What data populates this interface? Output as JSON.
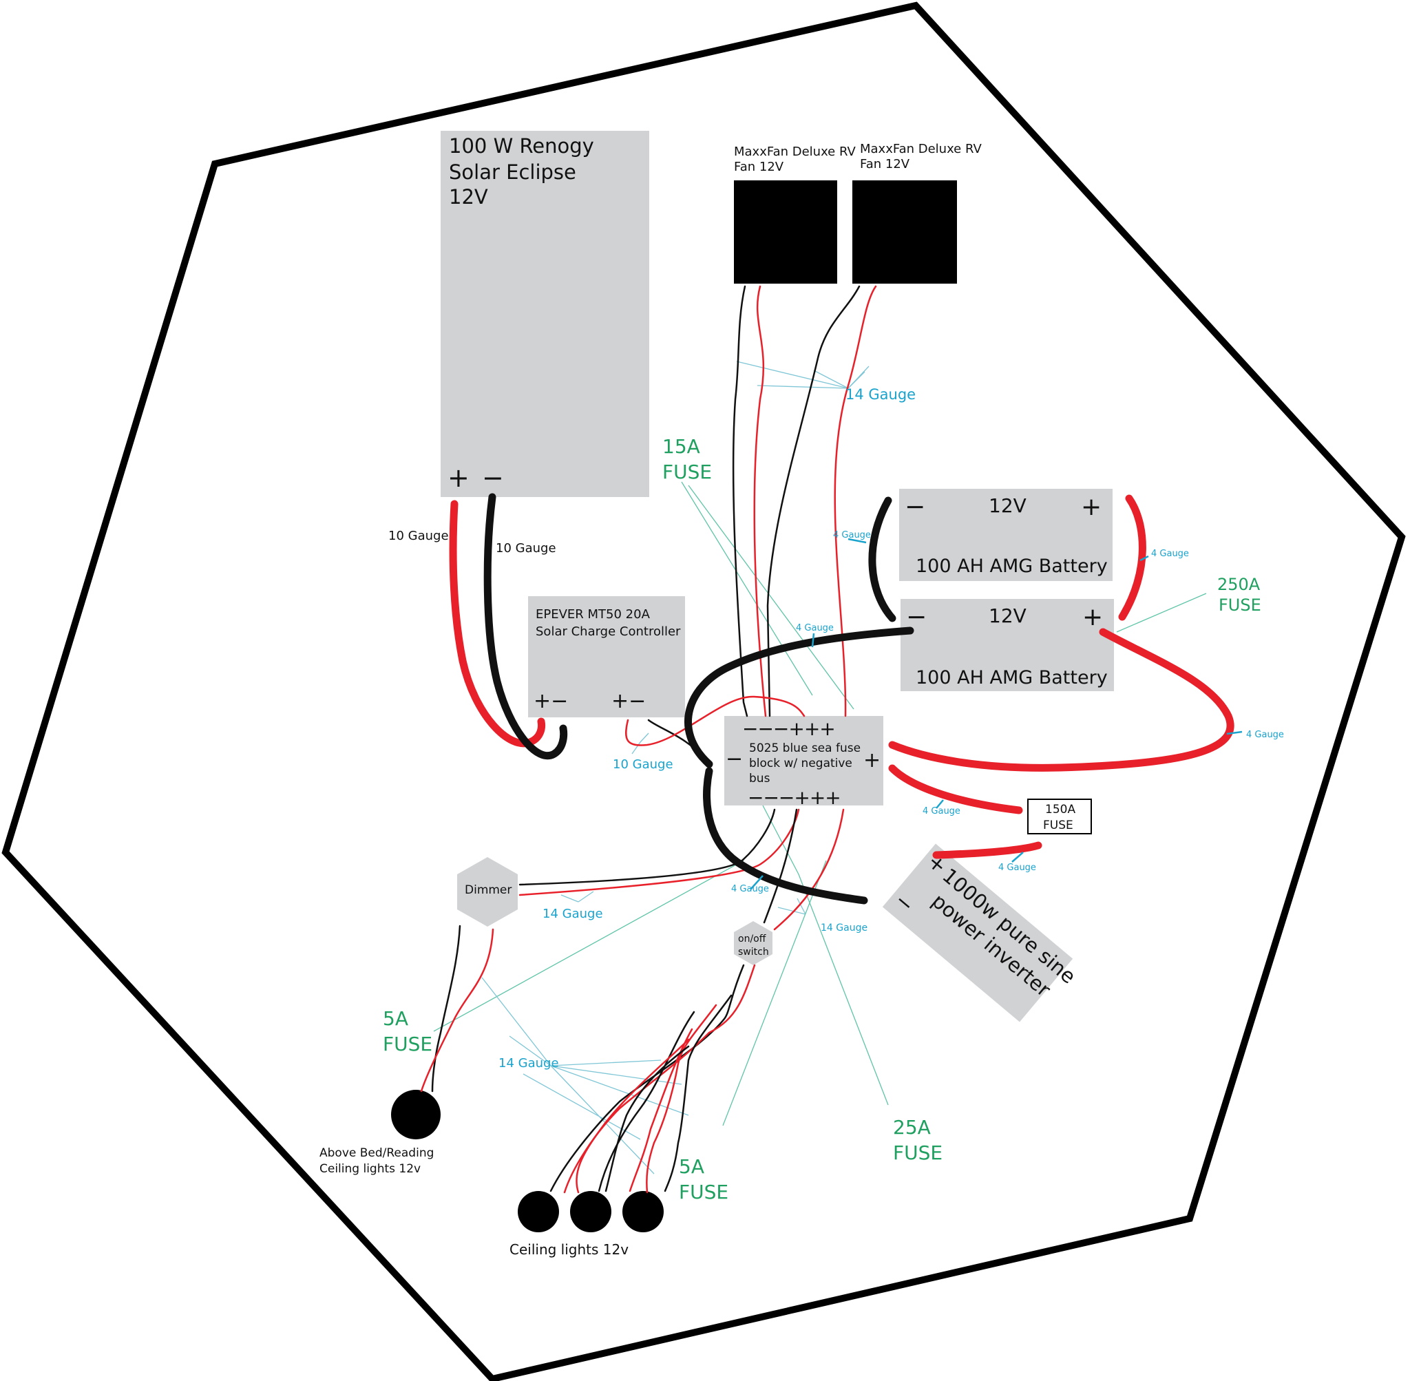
{
  "components": {
    "solar_panel": {
      "line1": "100 W Renogy",
      "line2": "Solar Eclipse",
      "line3": "12V",
      "plus": "+",
      "minus": "−"
    },
    "fan_left": {
      "line1": "MaxxFan Deluxe RV",
      "line2": "Fan 12V"
    },
    "fan_right": {
      "line1": "MaxxFan Deluxe RV",
      "line2": "Fan 12V"
    },
    "charge_controller": {
      "line1": "EPEVER MT50 20A",
      "line2": "Solar Charge Controller",
      "terminals_pv": "+−",
      "terminals_batt": "+−"
    },
    "battery_top": {
      "voltage": "12V",
      "name": "100 AH AMG Battery",
      "minus": "−",
      "plus": "+"
    },
    "battery_bottom": {
      "voltage": "12V",
      "name": "100 AH AMG Battery",
      "minus": "−",
      "plus": "+"
    },
    "fuse_block": {
      "line1": "5025 blue sea fuse",
      "line2": "block w/ negative",
      "line3": "bus",
      "top_terminals": "−−−+++",
      "bottom_terminals": "−−−+++",
      "minus": "−",
      "plus": "+"
    },
    "fuse_150": {
      "line1": "150A",
      "line2": "FUSE"
    },
    "inverter": {
      "line1": "1000w pure sine",
      "line2": "power inverter",
      "plus": "+",
      "minus": "−"
    },
    "dimmer": {
      "label": "Dimmer"
    },
    "switch": {
      "line1": "on/off",
      "line2": "switch"
    },
    "bed_light": {
      "line1": "Above Bed/Reading",
      "line2": "Ceiling lights 12v"
    },
    "ceiling_lights": {
      "label": "Ceiling lights 12v"
    }
  },
  "wire_labels": {
    "panel_pos_gauge": "10 Gauge",
    "panel_neg_gauge": "10 Gauge",
    "controller_gauge": "10 Gauge",
    "fan_gauge": "14 Gauge",
    "battery_link_neg": "4 Gauge",
    "battery_link_pos": "4 Gauge",
    "main_neg": "4 Gauge",
    "main_pos": "4 Gauge",
    "fuse_in": "4 Gauge",
    "fuse_out": "4 Gauge",
    "inverter_neg": "4 Gauge",
    "dimmer_gauge": "14 Gauge",
    "switch_gauge": "14 Gauge",
    "lights_gauge": "14 Gauge"
  },
  "fuse_labels": {
    "fuse_15a": {
      "line1": "15A",
      "line2": "FUSE"
    },
    "fuse_250a": {
      "line1": "250A",
      "line2": "FUSE"
    },
    "fuse_5a_left": {
      "line1": "5A",
      "line2": "FUSE"
    },
    "fuse_5a_bottom": {
      "line1": "5A",
      "line2": "FUSE"
    },
    "fuse_25a": {
      "line1": "25A",
      "line2": "FUSE"
    }
  },
  "colors": {
    "wire_positive": "#e8202a",
    "wire_negative": "#111111",
    "gauge_label": "#1aa3cc",
    "fuse_label": "#20a060",
    "component_fill": "#d1d2d4",
    "outline": "#000000"
  }
}
